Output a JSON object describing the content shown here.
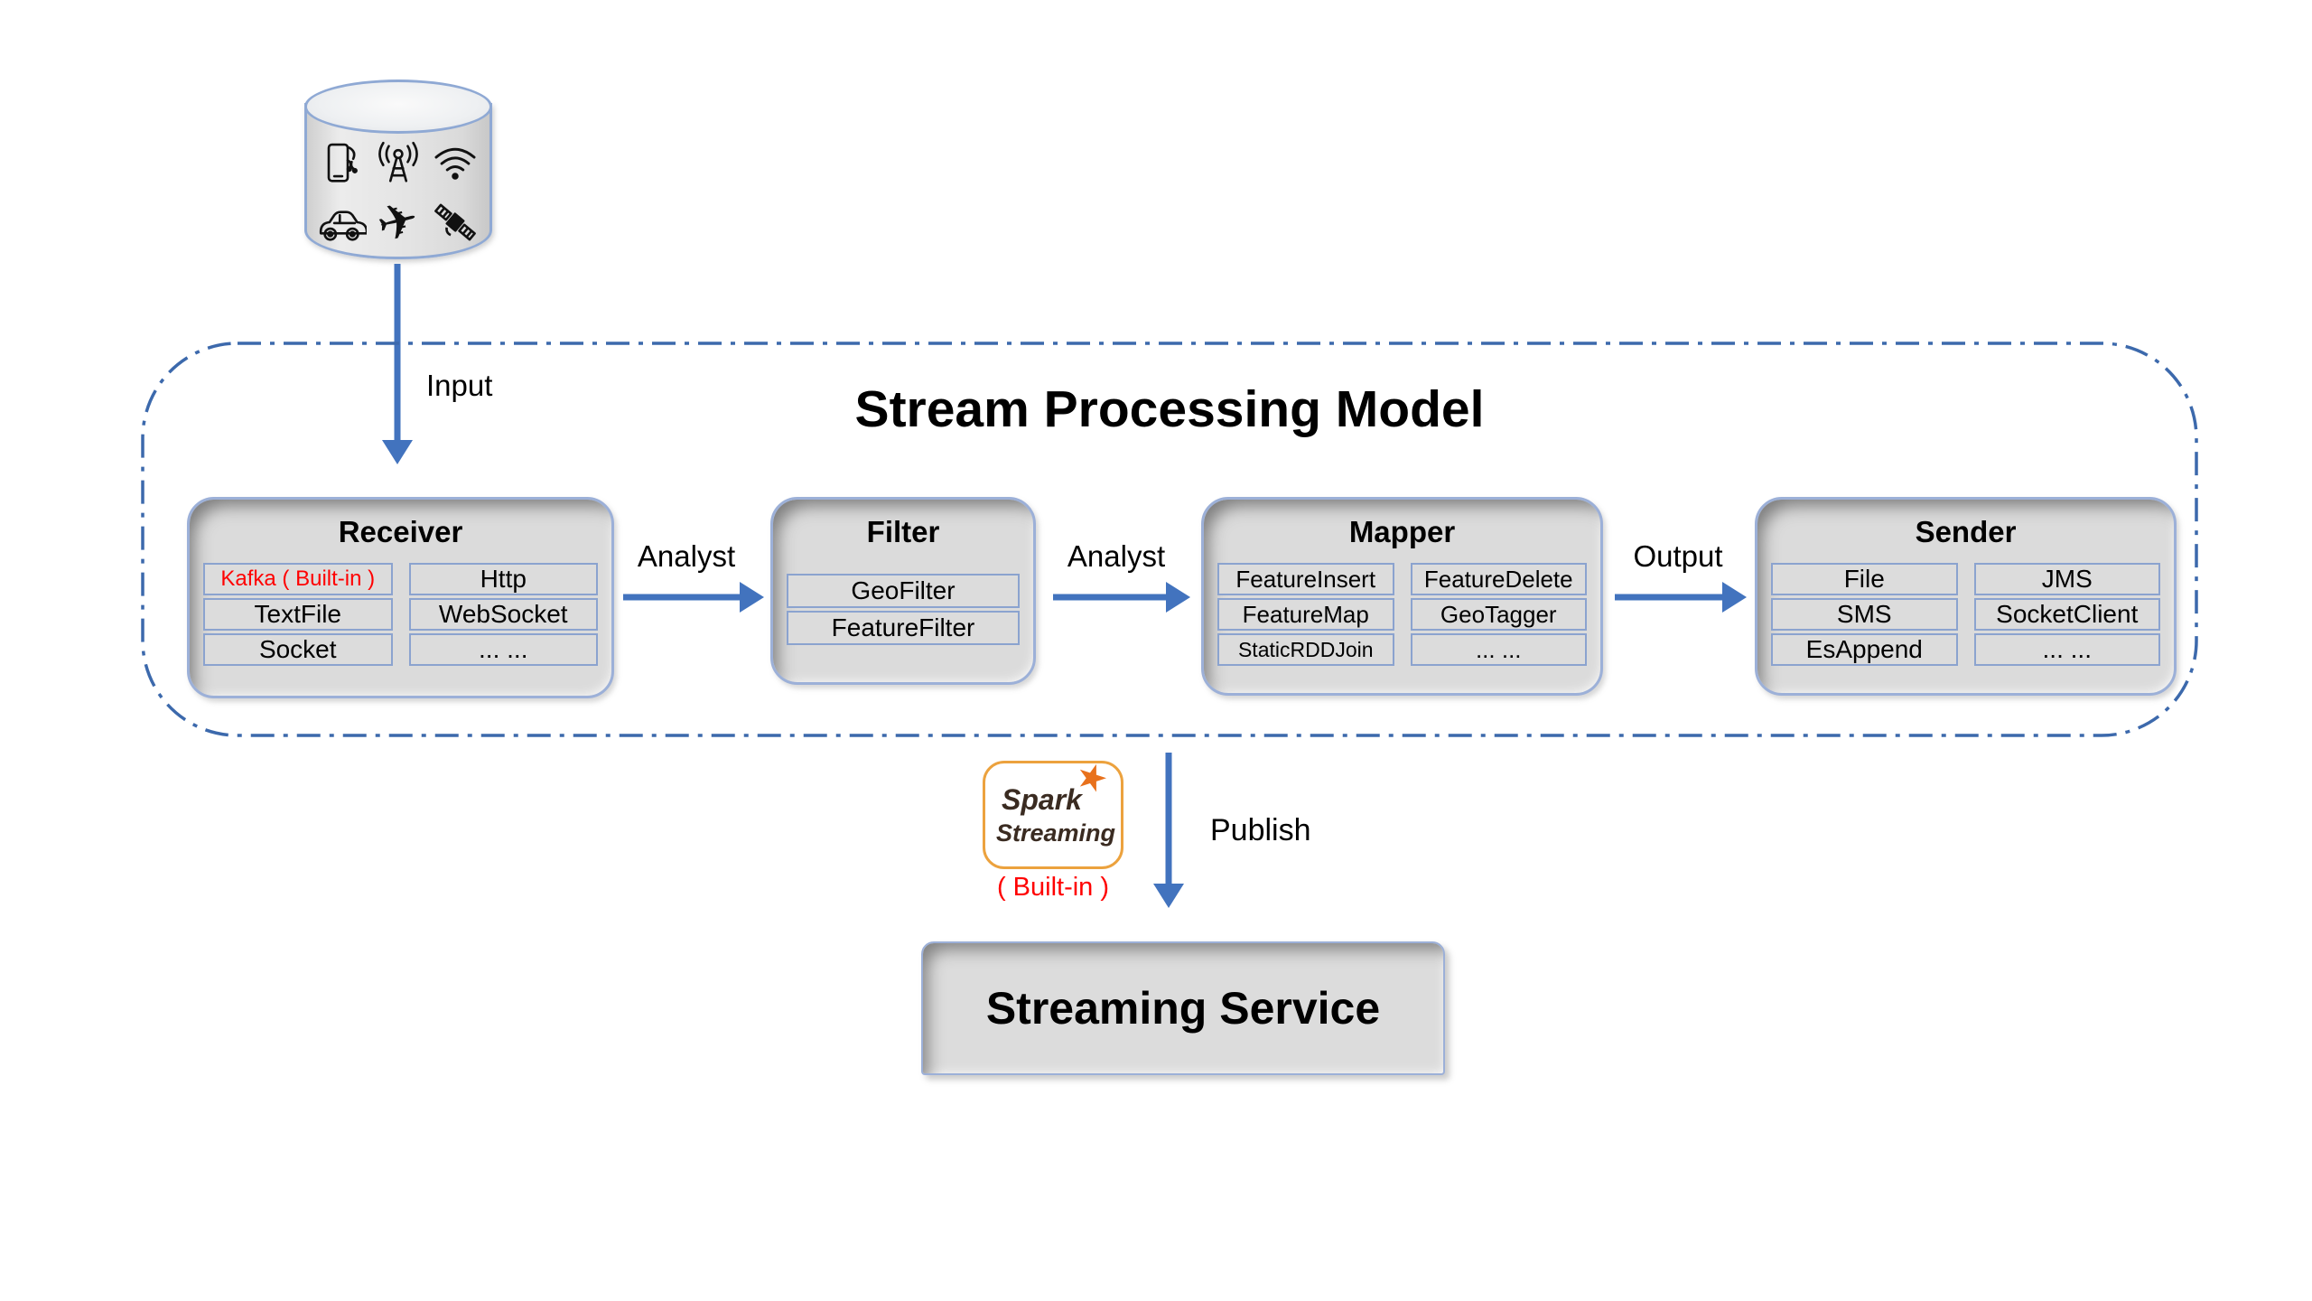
{
  "container": {
    "title": "Stream Processing Model"
  },
  "labels": {
    "input": "Input",
    "analyst_receiver_filter": "Analyst",
    "analyst_filter_mapper": "Analyst",
    "output": "Output",
    "publish": "Publish"
  },
  "source": {
    "icons": [
      "smartphone-icon",
      "radio-tower-icon",
      "wifi-icon",
      "car-icon",
      "plane-icon",
      "satellite-icon"
    ]
  },
  "modules": {
    "receiver": {
      "title": "Receiver",
      "col1": [
        "Kafka ( Built-in )",
        "TextFile",
        "Socket"
      ],
      "col2": [
        "Http",
        "WebSocket",
        "... ..."
      ]
    },
    "filter": {
      "title": "Filter",
      "col1": [
        "GeoFilter",
        "FeatureFilter"
      ]
    },
    "mapper": {
      "title": "Mapper",
      "col1": [
        "FeatureInsert",
        "FeatureMap",
        "StaticRDDJoin"
      ],
      "col2": [
        "FeatureDelete",
        "GeoTagger",
        "... ..."
      ]
    },
    "sender": {
      "title": "Sender",
      "col1": [
        "File",
        "SMS",
        "EsAppend"
      ],
      "col2": [
        "JMS",
        "SocketClient",
        "... ..."
      ]
    }
  },
  "spark": {
    "word1": "Spark",
    "star": "★",
    "word2": "Streaming",
    "builtin": "( Built-in )"
  },
  "service": {
    "title": "Streaming Service"
  },
  "colors": {
    "arrow_blue": "#4273BE",
    "boundary_blue": "#3C69AC",
    "module_border": "#9CB0D8",
    "cell_border": "#8BA3CF",
    "module_fill": "#DBDBDB",
    "red_text": "#FF0000",
    "spark_orange": "#E8711C",
    "spark_border": "#ECA23E",
    "spark_text": "#3A2B21"
  }
}
